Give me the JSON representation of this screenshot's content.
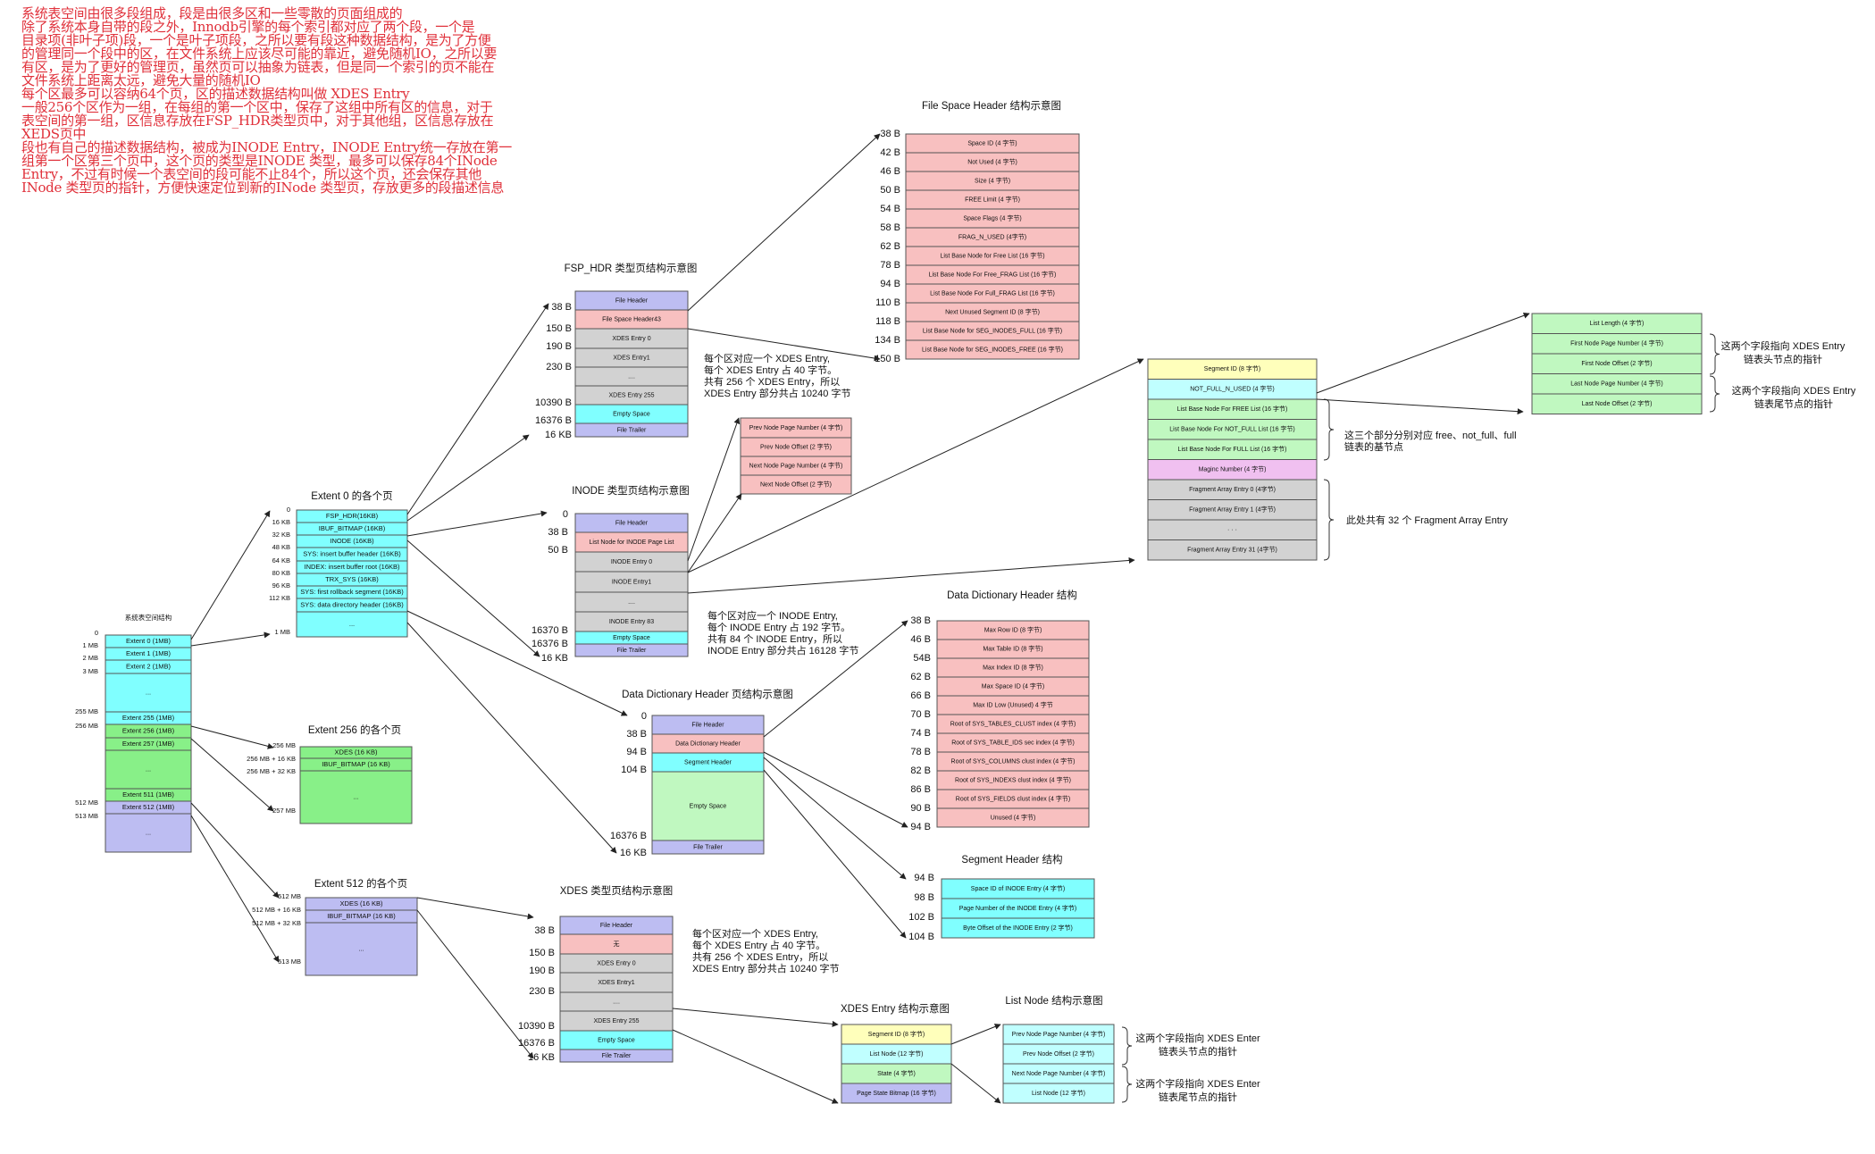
{
  "notes": [
    "系统表空间由很多段组成，段是由很多区和一些零散的页面组成的",
    "除了系统本身自带的段之外，Innodb引擎的每个索引都对应了两个段，一个是",
    "目录项(非叶子项)段，一个是叶子项段，之所以要有段这种数据结构，是为了方便",
    "的管理同一个段中的区，在文件系统上应该尽可能的靠近，避免随机IO，之所以要",
    "有区，是为了更好的管理页，虽然页可以抽象为链表，但是同一个索引的页不能在",
    "文件系统上距离太远，避免大量的随机IO",
    "每个区最多可以容纳64个页，区的描述数据结构叫做 XDES Entry",
    "一般256个区作为一组，在每组的第一个区中，保存了这组中所有区的信息，对于",
    "表空间的第一组，区信息存放在FSP_HDR类型页中，对于其他组，区信息存放在",
    "XEDS页中",
    "段也有自己的描述数据结构，被成为INODE Entry，INODE Entry统一存放在第一",
    "组第一个区第三个页中，这个页的类型是INODE 类型，最多可以保存84个INode",
    "Entry，不过有时候一个表空间的段可能不止84个，所以这个页，还会保存其他",
    "INode 类型页的指针，方便快速定位到新的INode 类型页，存放更多的段描述信息"
  ],
  "colors": {
    "blue": "#bdbdf2",
    "cyan": "#80ffff",
    "green": "#88f088",
    "pink": "#f8c0c0",
    "grey": "#d2d2d2",
    "yellow": "#ffffbb",
    "light_green": "#c0f8c0",
    "magenta": "#f0c0f0",
    "light_cyan": "#c0ffff"
  },
  "diagram": {
    "system": {
      "title": "系统表空间结构",
      "rows": [
        "Extent 0 (1MB)",
        "Extent 1 (1MB)",
        "Extent 2 (1MB)",
        "...",
        "Extent 255 (1MB)",
        "Extent 256 (1MB)",
        "Extent 257 (1MB)",
        "...",
        "Extent 511 (1MB)",
        "Extent 512 (1MB)",
        "..."
      ],
      "offsets": [
        "0",
        "1 MB",
        "2 MB",
        "3 MB",
        "255 MB",
        "256 MB",
        "512 MB",
        "513 MB"
      ]
    },
    "extent0": {
      "title": "Extent 0 的各个页",
      "rows": [
        "FSP_HDR(16KB)",
        "IBUF_BITMAP (16KB)",
        "INODE (16KB)",
        "SYS: insert buffer header (16KB)",
        "INDEX: insert buffer root (16KB)",
        "TRX_SYS (16KB)",
        "SYS: first rollback segment (16KB)",
        "SYS: data directory header (16KB)",
        "..."
      ],
      "offsets": [
        "0",
        "16 KB",
        "32 KB",
        "48 KB",
        "64 KB",
        "80 KB",
        "96 KB",
        "112 KB",
        "1 MB"
      ]
    },
    "extent256": {
      "title": "Extent 256 的各个页",
      "rows": [
        "XDES (16 KB)",
        "IBUF_BITMAP (16 KB)",
        "..."
      ],
      "offsets": [
        "256 MB",
        "256 MB + 16 KB",
        "256 MB + 32 KB",
        "257 MB"
      ]
    },
    "extent512": {
      "title": "Extent 512 的各个页",
      "rows": [
        "XDES (16 KB)",
        "IBUF_BITMAP (16 KB)",
        "..."
      ],
      "offsets": [
        "512 MB",
        "512 MB + 16 KB",
        "512 MB + 32 KB",
        "513 MB"
      ]
    },
    "fsp_hdr": {
      "title": "FSP_HDR 类型页结构示意图",
      "rows": [
        "File Header",
        "File Space Header43",
        "XDES Entry 0",
        "XDES Entry1",
        "....",
        "XDES Entry 255",
        "Empty Space",
        "File Trailer"
      ],
      "offsets": [
        "38 B",
        "150 B",
        "190 B",
        "230 B",
        "10390 B",
        "16376 B",
        "16 KB"
      ],
      "note": [
        "每个区对应一个 XDES Entry,",
        "每个 XDES Entry 占 40 字节。",
        "共有 256 个 XDES Entry，所以",
        "XDES Entry 部分共占 10240 字节"
      ]
    },
    "fsh": {
      "title": "File Space Header 结构示意图",
      "rows": [
        "Space ID (4 字节)",
        "Not Used (4 字节)",
        "Size (4 字节)",
        "FREE Limit (4 字节)",
        "Space Flags (4 字节)",
        "FRAG_N_USED (4字节)",
        "List Base Node for Free List (16 字节)",
        "List Base Node For Free_FRAG List (16 字节)",
        "List Base Node For Full_FRAG List (16 字节)",
        "Next Unused Segment ID (8 字节)",
        "List Base Node for SEG_INODES_FULL (16 字节)",
        "List Base Node for SEG_INODES_FREE (16 字节)"
      ],
      "offsets": [
        "38 B",
        "42 B",
        "46 B",
        "50 B",
        "54 B",
        "58 B",
        "62 B",
        "78 B",
        "94 B",
        "110 B",
        "118 B",
        "134 B",
        "150 B"
      ]
    },
    "inode": {
      "title": "INODE 类型页结构示意图",
      "rows": [
        "File Header",
        "List Node for INODE Page List",
        "INODE Entry 0",
        "INODE Entry1",
        "....",
        "INODE Entry 83",
        "Empty Space",
        "File Trailer"
      ],
      "offsets": [
        "0",
        "38 B",
        "50 B",
        "16370 B",
        "16376 B",
        "16 KB"
      ],
      "note": [
        "每个区对应一个 INODE Entry,",
        "每个 INODE Entry 占 192 字节。",
        "共有 84 个 INODE Entry，所以",
        "INODE Entry 部分共占 16128 字节"
      ]
    },
    "listnode_top": {
      "rows": [
        "Prev Node Page Number (4 字节)",
        "Prev Node Offset (2 字节)",
        "Next Node Page Number (4 字节)",
        "Next Node Offset (2 字节)"
      ]
    },
    "inode_entry": {
      "rows": [
        "Segment ID (8 字节)",
        "NOT_FULL_N_USED (4 字节)",
        "List Base Node For FREE List (16 字节)",
        "List Base Node For NOT_FULL List (16 字节)",
        "List Base Node For FULL List (16 字节)",
        "Maginc Number (4 字节)",
        "Fragment Array Entry 0 (4字节)",
        "Fragment Array Entry 1 (4字节)",
        "· · ·",
        "Fragment Array Entry 31 (4字节)"
      ],
      "note_lists": [
        "这三个部分分别对应  free、not_full、full",
        "链表的基节点"
      ],
      "note_frag": "此处共有 32 个 Fragment Array Entry"
    },
    "base_node": {
      "rows": [
        "List Length (4 字节)",
        "First Node Page Number (4 字节)",
        "First Node Offset  (2 字节)",
        "Last Node Page Number (4 字节)",
        "Last Node Offset (2 字节)"
      ],
      "note_head": [
        "这两个字段指向 XDES  Entry",
        "链表头节点的指针"
      ],
      "note_tail": [
        "这两个字段指向 XDES  Entry",
        "链表尾节点的指针"
      ]
    },
    "ddh_page": {
      "title": "Data Dictionary Header 页结构示意图",
      "rows": [
        "File Header",
        "Data Dictionary Header",
        "Segment Header",
        "Empty Space",
        "File Trailer"
      ],
      "offsets": [
        "0",
        "38 B",
        "94 B",
        "104 B",
        "16376 B",
        "16 KB"
      ]
    },
    "ddh": {
      "title": "Data Dictionary Header 结构",
      "rows": [
        "Max Row ID  (8 字节)",
        "Max Table ID (8 字节)",
        "Max Index ID (8 字节)",
        "Max Space ID (4 字节)",
        "Max ID Low (Unused) 4 字节",
        "Root of SYS_TABLES_CLUST index (4 字节)",
        "Root of SYS_TABLE_IDS sec index (4 字节)",
        "Root of SYS_COLUMNS clust index (4 字节)",
        "Root of SYS_INDEXS clust index (4 字节)",
        "Root of SYS_FIELDS clust index (4 字节)",
        "Unused (4 字节)"
      ],
      "offsets": [
        "38 B",
        "46 B",
        "54B",
        "62 B",
        "66 B",
        "70 B",
        "74 B",
        "78 B",
        "82 B",
        "86 B",
        "90 B",
        "94 B"
      ]
    },
    "seg_header": {
      "title": "Segment Header 结构",
      "rows": [
        "Space ID of INODE Entry (4 字节)",
        "Page Number of the INODE Entry (4 字节)",
        "Byte Offset of the INODE Entry (2 字节)"
      ],
      "offsets": [
        "94 B",
        "98 B",
        "102 B",
        "104 B"
      ]
    },
    "xdes_page": {
      "title": "XDES 类型页结构示意图",
      "rows": [
        "File Header",
        "无",
        "XDES Entry 0",
        "XDES Entry1",
        "....",
        "XDES Entry 255",
        "Empty Space",
        "File Trailer"
      ],
      "offsets": [
        "38 B",
        "150 B",
        "190 B",
        "230 B",
        "10390 B",
        "16376 B",
        "16 KB"
      ],
      "note": [
        "每个区对应一个 XDES Entry,",
        "每个 XDES Entry 占 40 字节。",
        "共有 256 个 XDES Entry，所以",
        "XDES Entry 部分共占 10240 字节"
      ]
    },
    "xdes_entry": {
      "title": "XDES Entry 结构示意图",
      "rows": [
        "Segment ID (8 字节)",
        "List Node (12 字节)",
        "State (4 字节)",
        "Page State Bitmap (16 字节)"
      ]
    },
    "listnode": {
      "title": "List Node 结构示意图",
      "rows": [
        "Prev Node Page Number (4 字节)",
        "Prev Node Offset (2 字节)",
        "Next Node Page Number (4 字节)",
        "List Node (12 字节)"
      ],
      "note_head": [
        "这两个字段指向  XDES Enter",
        "链表头节点的指针"
      ],
      "note_tail": [
        "这两个字段指向  XDES Enter",
        "链表尾节点的指针"
      ]
    }
  }
}
